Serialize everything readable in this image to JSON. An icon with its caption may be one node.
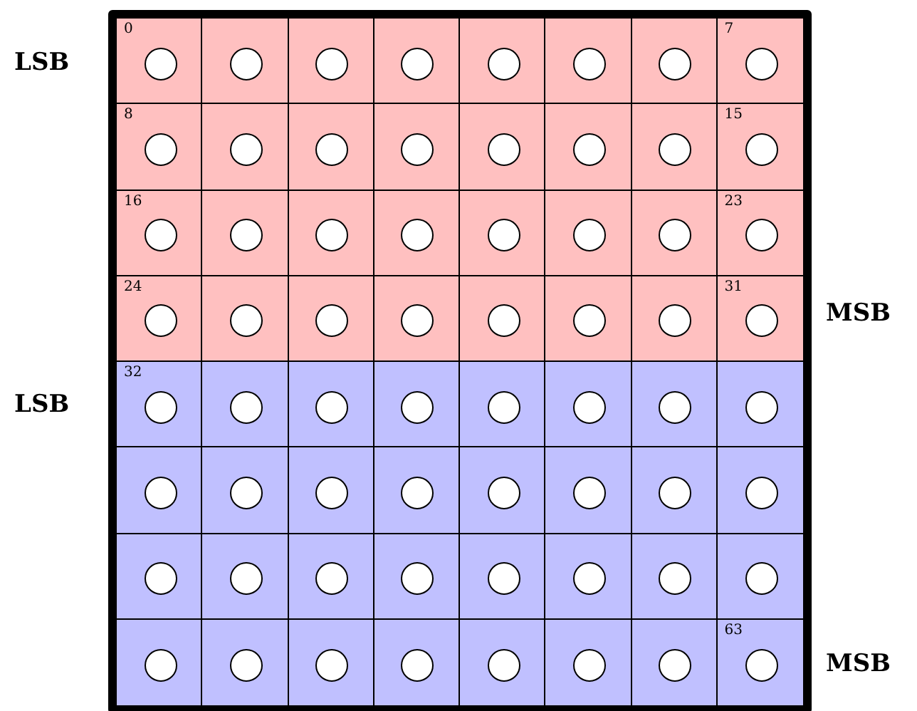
{
  "diagram": {
    "nodes": [
      {
        "text": [
          "0"
        ]
      },
      {
        "text": [],
        "shape": "box"
      },
      {
        "text": [],
        "shape": "box"
      },
      {
        "text": [],
        "shape": "box"
      },
      {
        "text": [],
        "shape": "box"
      },
      {
        "text": [],
        "shape": "box"
      },
      {
        "text": [],
        "shape": "box"
      },
      {
        "text": [
          "7"
        ]
      },
      {
        "text": [
          "8"
        ]
      },
      {
        "text": [],
        "shape": "box"
      },
      {
        "text": [],
        "shape": "box"
      },
      {
        "text": [],
        "shape": "box"
      },
      {
        "text": [],
        "shape": "box"
      },
      {
        "text": [],
        "shape": "box"
      },
      {
        "text": [],
        "shape": "box"
      },
      {
        "text": [
          "15"
        ]
      },
      {
        "text": [
          "16"
        ]
      },
      {
        "text": [],
        "shape": "box"
      },
      {
        "text": [],
        "shape": "box"
      },
      {
        "text": [],
        "shape": "box"
      },
      {
        "text": [],
        "shape": "box"
      },
      {
        "text": [],
        "shape": "box"
      },
      {
        "text": [],
        "shape": "box"
      },
      {
        "text": [
          "23"
        ]
      },
      {
        "text": [
          "24"
        ]
      },
      {
        "text": [],
        "shape": "box"
      },
      {
        "text": [],
        "shape": "box"
      },
      {
        "text": [],
        "shape": "box"
      },
      {
        "text": [],
        "shape": "box"
      },
      {
        "text": [],
        "shape": "box"
      },
      {
        "text": [],
        "shape": "box"
      },
      {
        "text": [
          "31"
        ]
      },
      {
        "text": [
          "32"
        ]
      },
      {
        "text": [],
        "shape": "box"
      },
      {
        "text": [],
        "shape": "box"
      },
      {
        "text": [],
        "shape": "box"
      },
      {
        "text": [],
        "shape": "box"
      },
      {
        "text": [],
        "shape": "box"
      },
      {
        "text": [],
        "shape": "box"
      },
      {
        "text": [],
        "shape": "box"
      },
      {
        "text": [],
        "shape": "box"
      },
      {
        "text": [],
        "shape": "box"
      },
      {
        "text": [],
        "shape": "box"
      },
      {
        "text": [],
        "shape": "box"
      },
      {
        "text": [],
        "shape": "box"
      },
      {
        "text": [],
        "shape": "box"
      },
      {
        "text": [],
        "shape": "box"
      },
      {
        "text": [],
        "shape": "box"
      },
      {
        "text": [],
        "shape": "box"
      },
      {
        "text": [],
        "shape": "box"
      },
      {
        "text": [],
        "shape": "box"
      },
      {
        "text": [],
        "shape": "box"
      },
      {
        "text": [],
        "shape": "box"
      },
      {
        "text": [],
        "shape": "box"
      },
      {
        "text": [],
        "shape": "box"
      },
      {
        "text": [],
        "shape": "box"
      },
      {
        "text": [],
        "shape": "box"
      },
      {
        "text": [],
        "shape": "box"
      },
      {
        "text": [],
        "shape": "box"
      },
      {
        "text": [],
        "shape": "box"
      },
      {
        "text": [],
        "shape": "box"
      },
      {
        "text": [],
        "shape": "box"
      },
      {
        "text": [],
        "shape": "box"
      },
      {
        "text": [
          "63"
        ]
      }
    ],
    "labels": [
      "LSB",
      "MSB",
      "LSB",
      "MSB"
    ]
  }
}
